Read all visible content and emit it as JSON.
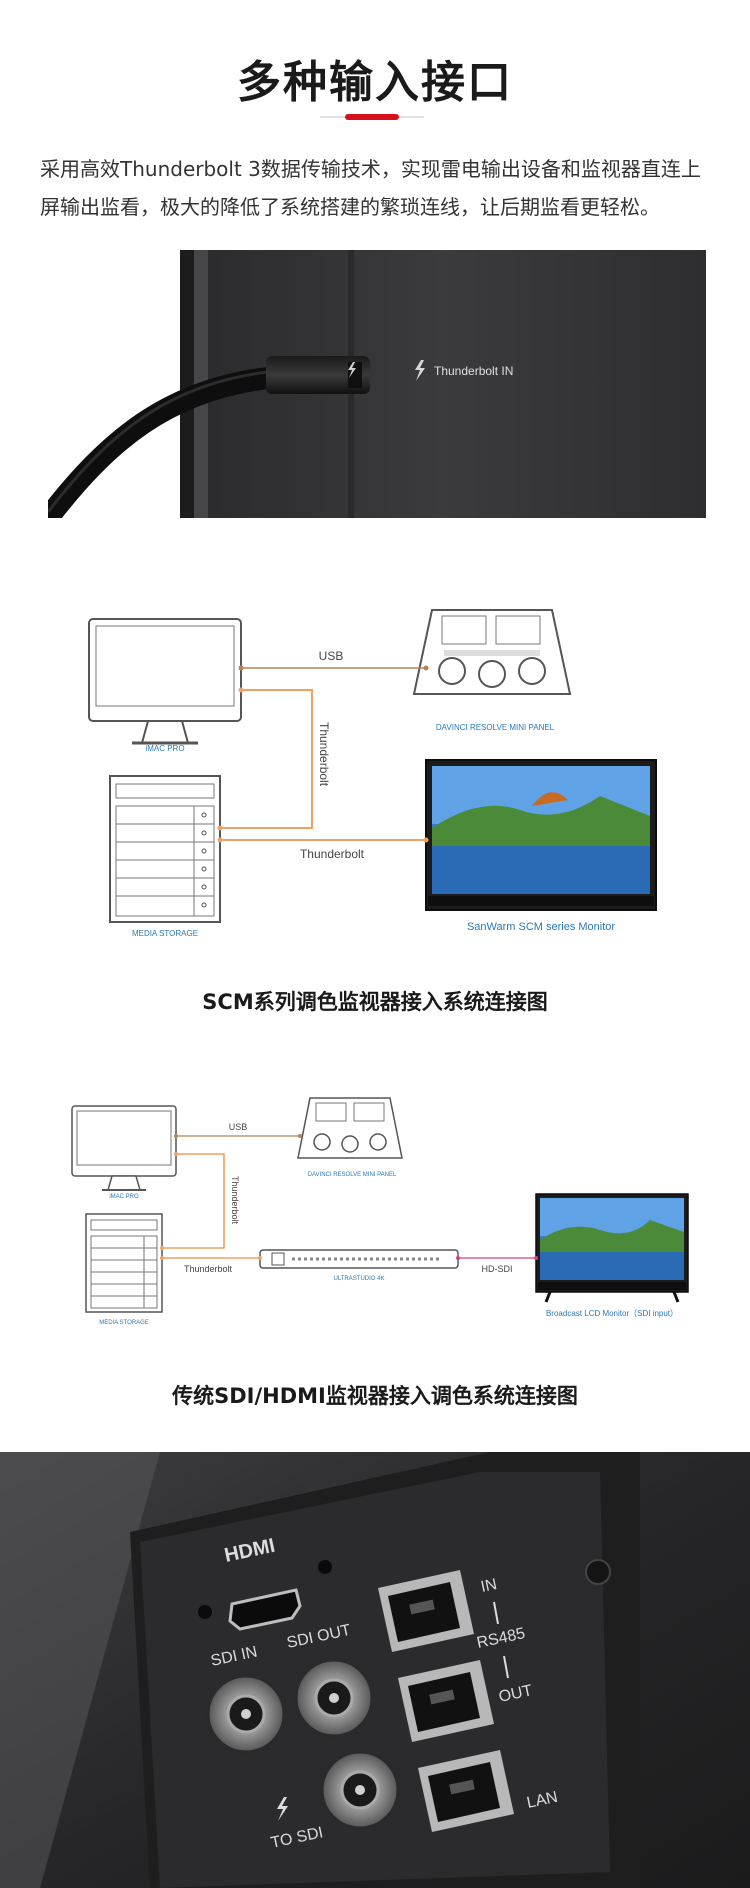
{
  "header": {
    "title": "多种输入接口",
    "description": "采用高效Thunderbolt 3数据传输技术，实现雷电输出设备和监视器直连上屏输出监看，极大的降低了系统搭建的繁琐连线，让后期监看更轻松。"
  },
  "photo_top": {
    "port_label": "Thunderbolt IN"
  },
  "diagram1": {
    "caption": "SCM系列调色监视器接入系统连接图",
    "imac_label": "iMAC PRO",
    "panel_label": "DAVINCI RESOLVE MINI PANEL",
    "storage_label": "MEDIA STORAGE",
    "monitor_label": "SanWarm SCM series Monitor",
    "usb_label": "USB",
    "thunderbolt_v_label": "Thunderbolt",
    "thunderbolt_h_label": "Thunderbolt"
  },
  "diagram2": {
    "caption": "传统SDI/HDMI监视器接入调色系统连接图",
    "imac_label": "iMAC PRO",
    "panel_label": "DAVINCI RESOLVE MINI PANEL",
    "storage_label": "MEDIA STORAGE",
    "ultrastudio_label": "ULTRASTUDIO 4K",
    "monitor_label": "Broadcast LCD Monitor（SDI input）",
    "usb_label": "USB",
    "thunderbolt_v_label": "Thunderbolt",
    "thunderbolt_h_label": "Thunderbolt",
    "hdsdi_label": "HD-SDI"
  },
  "photo_bottom": {
    "hdmi_label": "HDMI",
    "sdi_in_label": "SDI IN",
    "sdi_out_label": "SDI OUT",
    "to_sdi_label": "TO SDI",
    "in_label": "IN",
    "rs485_label": "RS485",
    "out_label": "OUT",
    "lan_label": "LAN"
  },
  "colors": {
    "accent_red": "#d6111c",
    "cable_orange": "#f0a060",
    "cable_brown": "#b58457",
    "hdsdi_pink": "#cc4488",
    "label_blue": "#2a7ab8"
  }
}
